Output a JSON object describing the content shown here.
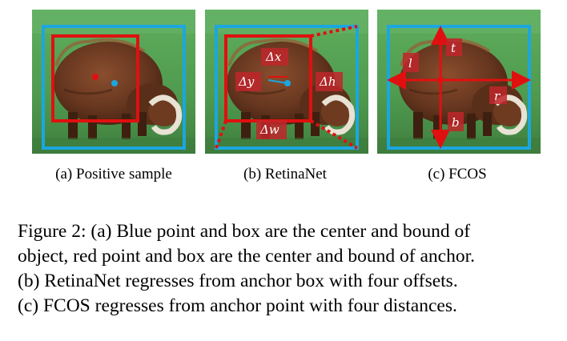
{
  "panels": {
    "a": {
      "caption": "(a) Positive sample"
    },
    "b": {
      "caption": "(b) RetinaNet",
      "labels": {
        "dx": "Δx",
        "dy": "Δy",
        "dh": "Δh",
        "dw": "Δw"
      }
    },
    "c": {
      "caption": "(c) FCOS",
      "labels": {
        "t": "t",
        "l": "l",
        "r": "r",
        "b": "b"
      }
    }
  },
  "caption_lines": [
    "Figure 2: (a) Blue point and box are the center and bound of",
    "object, red point and box are the center and bound of anchor.",
    "(b) RetinaNet regresses from anchor box with four offsets.",
    "(c) FCOS regresses from anchor point with four distances."
  ],
  "colors": {
    "object": "#1aa7e0",
    "anchor": "#e01010",
    "grass": "#4f9a4f",
    "cow": "#6b3a22"
  }
}
